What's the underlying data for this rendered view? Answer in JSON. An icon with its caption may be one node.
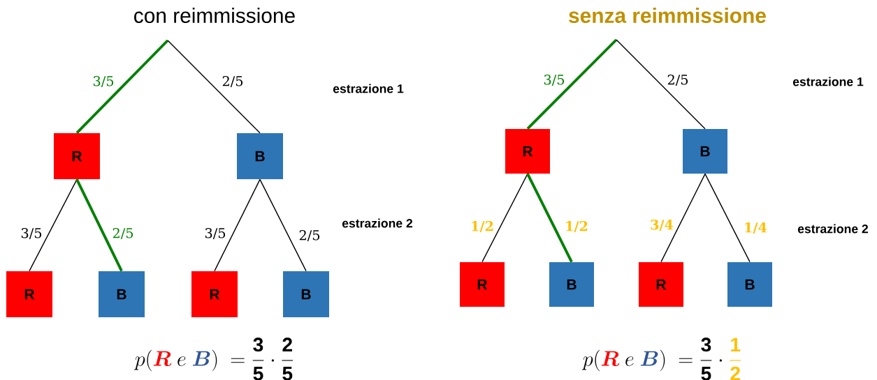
{
  "diagram": {
    "nodes": [
      {
        "text": [
          "R"
        ]
      },
      {
        "text": [
          "B"
        ]
      },
      {
        "text": [
          "R"
        ]
      },
      {
        "text": [
          "B"
        ]
      },
      {
        "text": [
          "R"
        ]
      },
      {
        "text": [
          "B"
        ]
      },
      {
        "text": [
          "R"
        ]
      },
      {
        "text": [
          "B"
        ]
      },
      {
        "text": [
          "R"
        ]
      },
      {
        "text": [
          "B"
        ]
      },
      {
        "text": [
          "R"
        ]
      },
      {
        "text": [
          "B"
        ]
      }
    ],
    "edges": [
      {
        "from": null,
        "to": 0,
        "arrow": "none",
        "label": "3/5",
        "style": "thick",
        "color": "#008000"
      },
      {
        "from": null,
        "to": 1,
        "arrow": "none",
        "label": "2/5"
      },
      {
        "from": 0,
        "to": 2,
        "arrow": "none",
        "label": "3/5"
      },
      {
        "from": 0,
        "to": 3,
        "arrow": "none",
        "label": "2/5",
        "style": "thick",
        "color": "#008000"
      },
      {
        "from": 1,
        "to": 4,
        "arrow": "none",
        "label": "3/5"
      },
      {
        "from": 1,
        "to": 5,
        "arrow": "none",
        "label": "2/5"
      },
      {
        "from": null,
        "to": 6,
        "arrow": "none",
        "label": "3/5",
        "style": "thick",
        "color": "#008000"
      },
      {
        "from": null,
        "to": 7,
        "arrow": "none",
        "label": "2/5"
      },
      {
        "from": 6,
        "to": 8,
        "arrow": "none",
        "label": "1/2"
      },
      {
        "from": 6,
        "to": 9,
        "arrow": "none",
        "label": "1/2",
        "style": "thick",
        "color": "#008000"
      },
      {
        "from": 7,
        "to": 10,
        "arrow": "none",
        "label": "3/4"
      },
      {
        "from": 7,
        "to": 11,
        "arrow": "none",
        "label": "1/4"
      }
    ],
    "labels": [
      "con reimmissione",
      "estrazione 1",
      "estrazione 2",
      "p(\\textcolor[HTML]{FF0000}{\\boldsymbol{R}}\\ e\\ \\textcolor[HTML]{2E5597}{\\boldsymbol{B}})\\ =\\dfrac{\\mathbf{3}}{\\mathbf{5}}\\cdot\\dfrac{\\mathbf{2}}{\\mathbf{5}}",
      "senza reimmissione",
      "estrazione 1",
      "estrazione 2",
      "p(\\textcolor[HTML]{FF0000}{\\boldsymbol{R}}\\ e\\ \\textcolor[HTML]{2E5597}{\\boldsymbol{B}})\\ =\\dfrac{\\mathbf{3}}{\\mathbf{5}}\\cdot\\textcolor[HTML]{FFC000}{\\dfrac{\\mathbf{1}}{\\mathbf{2}}}"
    ]
  }
}
